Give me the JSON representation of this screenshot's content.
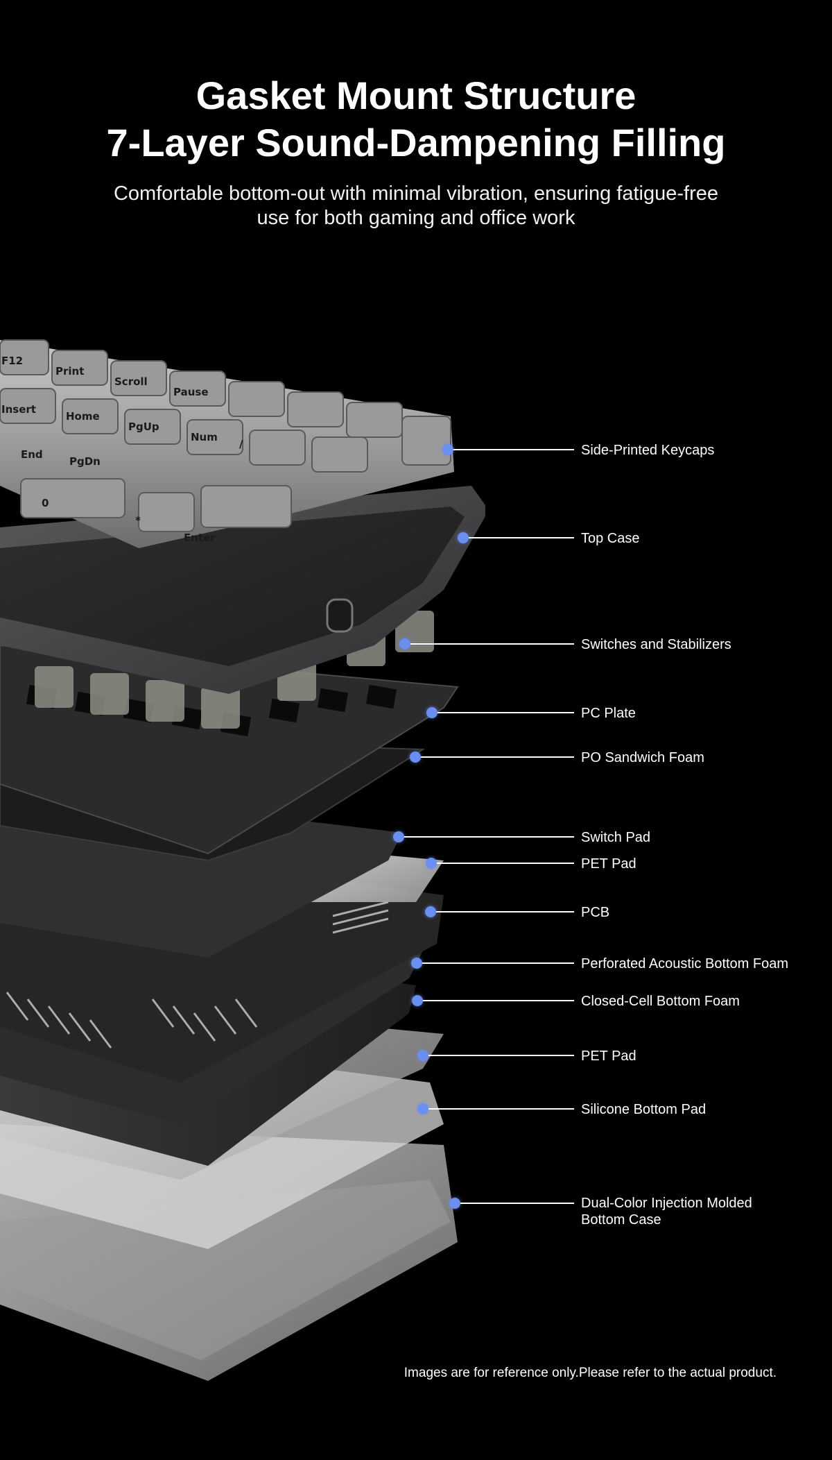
{
  "header": {
    "title_line1": "Gasket Mount Structure",
    "title_line2": "7-Layer Sound-Dampening Filling",
    "subtitle_line1": "Comfortable bottom-out with minimal vibration, ensuring fatigue-free",
    "subtitle_line2": "use for both gaming and office work"
  },
  "keycap_legends": [
    "F12",
    "Print",
    "Scroll",
    "Pause",
    "Insert",
    "Home",
    "PgUp",
    "Num",
    "End",
    "PgDn",
    "0",
    "Enter",
    "/",
    "*"
  ],
  "layers": [
    {
      "label": "Side-Printed Keycaps"
    },
    {
      "label": "Top Case"
    },
    {
      "label": "Switches and Stabilizers"
    },
    {
      "label": "PC Plate"
    },
    {
      "label": "PO Sandwich Foam"
    },
    {
      "label": "Switch Pad"
    },
    {
      "label": "PET Pad"
    },
    {
      "label": "PCB"
    },
    {
      "label": "Perforated Acoustic Bottom Foam"
    },
    {
      "label": "Closed-Cell Bottom Foam"
    },
    {
      "label": "PET Pad"
    },
    {
      "label": "Silicone Bottom Pad"
    },
    {
      "label_line1": "Dual-Color Injection Molded",
      "label_line2": "Bottom Case"
    }
  ],
  "colors": {
    "background": "#000000",
    "callout_dot": "#6b8ff0",
    "callout_line": "#ffffff",
    "text": "#ffffff"
  },
  "footer": {
    "disclaimer": "Images are for reference only.Please refer to the actual product."
  }
}
